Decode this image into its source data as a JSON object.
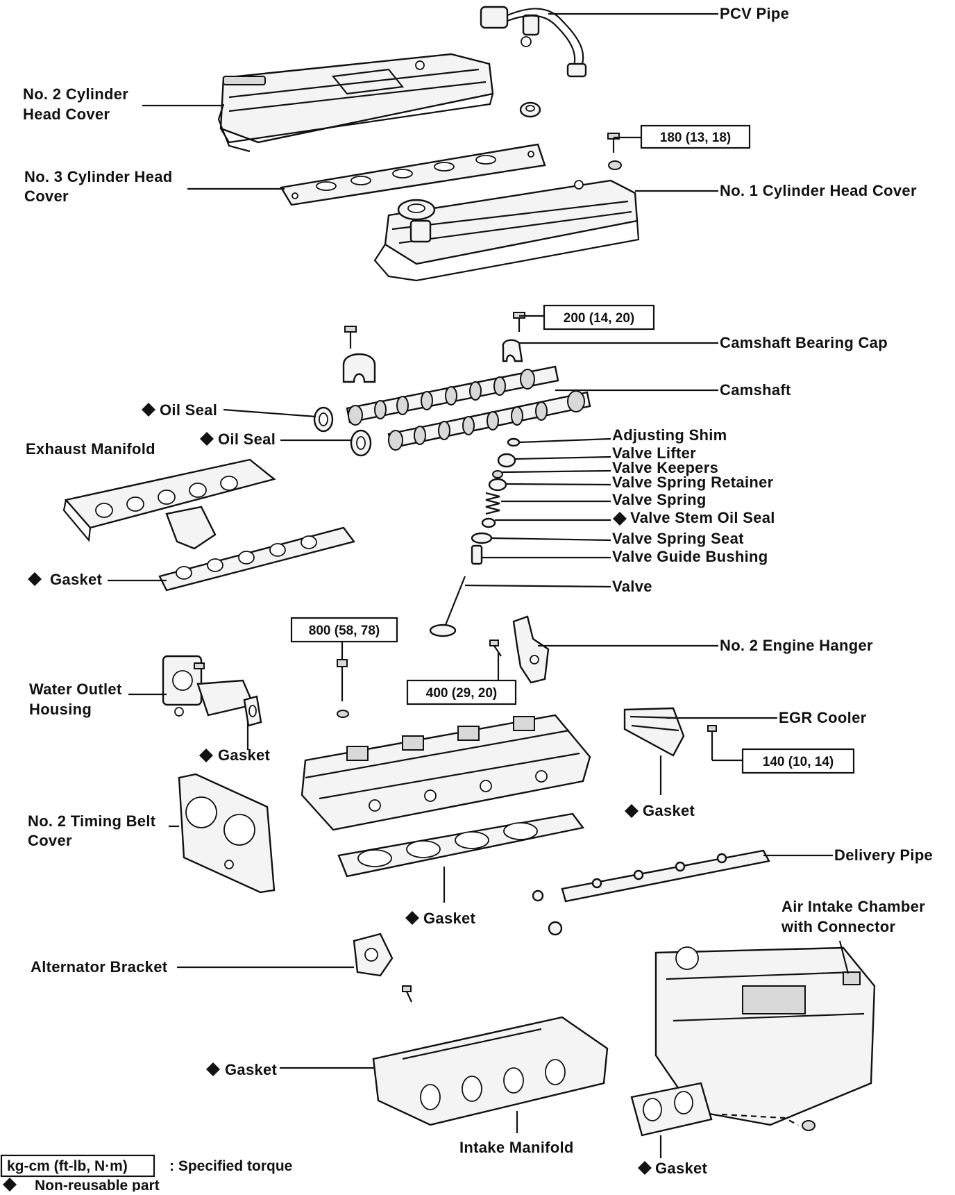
{
  "labels": {
    "pcv_pipe": "PCV Pipe",
    "no2_head_cover": "No. 2 Cylinder\nHead Cover",
    "no3_head_cover": "No. 3 Cylinder Head\nCover",
    "no1_head_cover": "No. 1 Cylinder Head Cover",
    "camshaft_bearing_cap": "Camshaft Bearing Cap",
    "camshaft": "Camshaft",
    "oil_seal_1": "Oil Seal",
    "oil_seal_2": "Oil Seal",
    "exhaust_manifold": "Exhaust Manifold",
    "adjusting_shim": "Adjusting Shim",
    "valve_lifter": "Valve Lifter",
    "valve_keepers": "Valve Keepers",
    "valve_spring_retainer": "Valve Spring Retainer",
    "valve_spring": "Valve Spring",
    "valve_stem_oil_seal": "Valve Stem Oil Seal",
    "valve_spring_seat": "Valve Spring Seat",
    "valve_guide_bushing": "Valve Guide Bushing",
    "valve": "Valve",
    "gasket_exhaust": "Gasket",
    "no2_engine_hanger": "No. 2 Engine Hanger",
    "water_outlet_housing": "Water Outlet\nHousing",
    "gasket_water": "Gasket",
    "egr_cooler": "EGR Cooler",
    "gasket_egr": "Gasket",
    "no2_timing_belt_cover": "No. 2 Timing Belt\nCover",
    "delivery_pipe": "Delivery Pipe",
    "gasket_head": "Gasket",
    "air_intake_chamber": "Air Intake Chamber\nwith Connector",
    "alternator_bracket": "Alternator Bracket",
    "gasket_intake": "Gasket",
    "intake_manifold": "Intake Manifold",
    "gasket_chamber": "Gasket"
  },
  "torques": {
    "t180": "180 (13,  18)",
    "t200": "200 (14,  20)",
    "t800": "800 (58,  78)",
    "t400": "400 (29,  20)",
    "t140": "140 (10,  14)"
  },
  "legend": {
    "torque_box": "kg-cm (ft-lb, N·m)",
    "torque_desc": ":  Specified torque",
    "nonreusable_desc": "Non-reusable part"
  }
}
